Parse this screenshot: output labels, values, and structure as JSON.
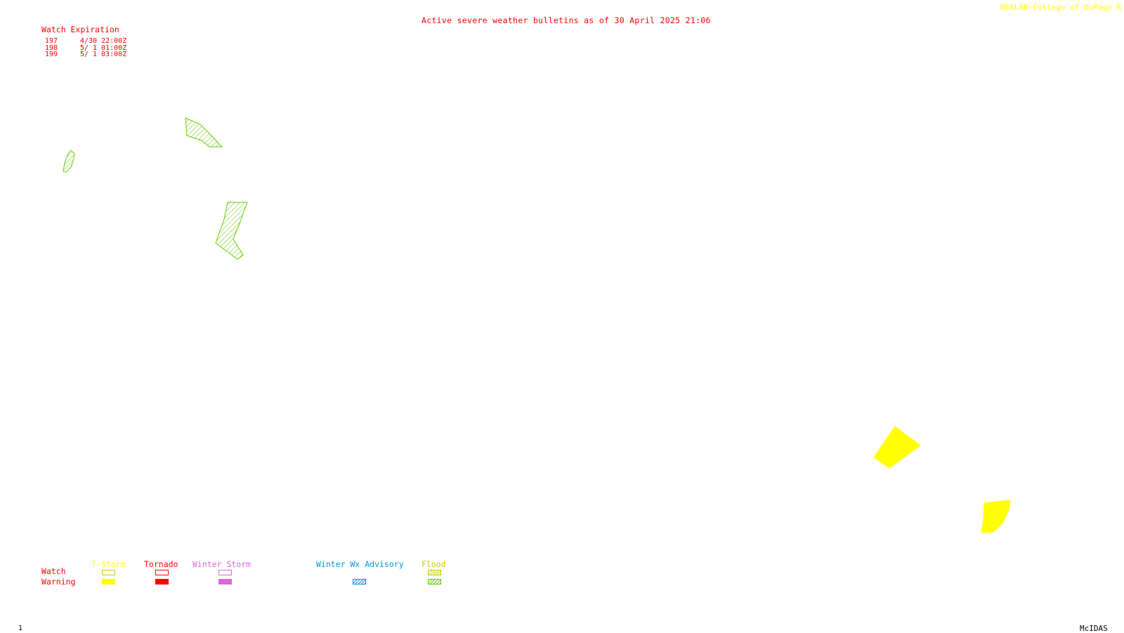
{
  "title": "Active severe weather bulletins as of 30 April 2025 21:06",
  "credit": "NEXLAB-College of DuPage R",
  "watch_table": {
    "header": "Watch Expiration",
    "rows": [
      {
        "number": "197",
        "expiration": "4/30 22:00Z"
      },
      {
        "number": "198",
        "expiration": "5/ 1 01:00Z"
      },
      {
        "number": "199",
        "expiration": "5/ 1 03:00Z"
      }
    ]
  },
  "legend": {
    "row_labels": {
      "watch": "Watch",
      "warning": "Warning"
    },
    "categories": [
      {
        "label": "T-Storm",
        "color": "#ffff00"
      },
      {
        "label": "Tornado",
        "color": "#ff0000"
      },
      {
        "label": "Winter Storm",
        "color": "#dd66dd"
      },
      {
        "label": "Winter Wx Advisory",
        "color": "#0099dd"
      },
      {
        "label": "Flood",
        "color": "#cccc00"
      }
    ]
  },
  "polygons": [
    {
      "type": "flood-warning",
      "color": "#66cc00",
      "style": "hatched"
    },
    {
      "type": "flood-warning",
      "color": "#66cc00",
      "style": "hatched"
    },
    {
      "type": "flood-warning",
      "color": "#66cc00",
      "style": "hatched"
    },
    {
      "type": "t-storm-warning",
      "color": "#ffff00",
      "style": "filled"
    },
    {
      "type": "t-storm-warning",
      "color": "#ffff00",
      "style": "filled"
    }
  ],
  "footer": {
    "frame_number": "1",
    "software": "McIDAS"
  }
}
